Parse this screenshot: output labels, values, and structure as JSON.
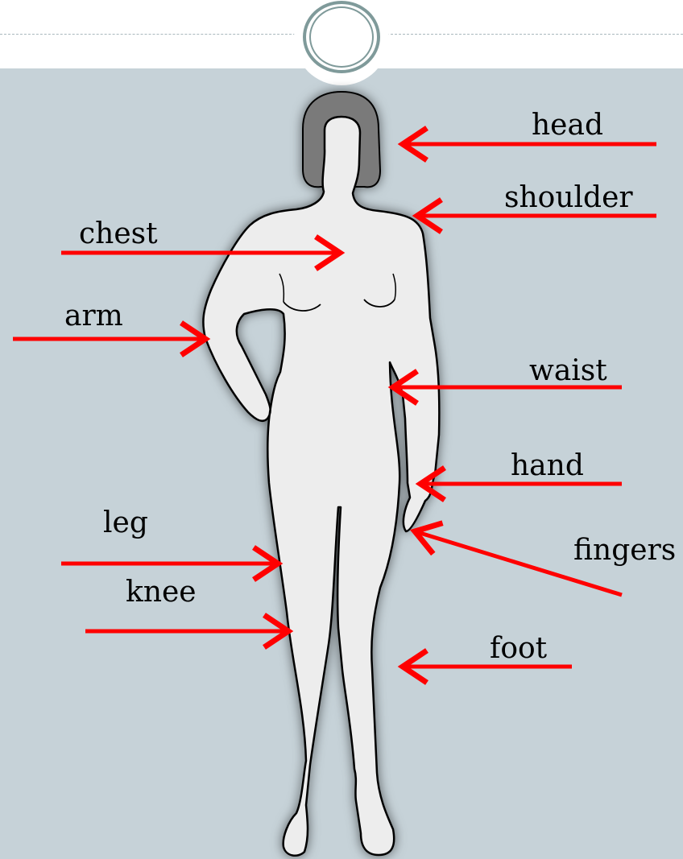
{
  "labels": {
    "head": "head",
    "shoulder": "shoulder",
    "chest": "chest",
    "arm": "arm",
    "waist": "waist",
    "hand": "hand",
    "fingers": "fingers",
    "leg": "leg",
    "knee": "knee",
    "foot": "foot"
  },
  "colors": {
    "background": "#c6d2d8",
    "arrow": "#ff0000",
    "body_fill": "#ededed",
    "hair": "#7a7a7a",
    "outline": "#000000",
    "badge_ring": "#7f9a9a"
  }
}
